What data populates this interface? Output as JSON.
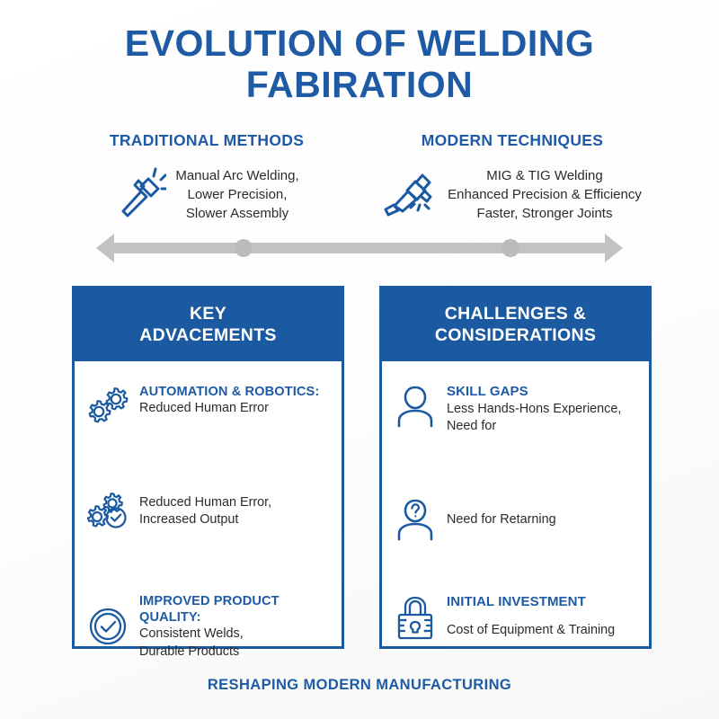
{
  "title": {
    "line1": "EVOLUTION OF WELDING",
    "line2": "FABIRATION",
    "color": "#1e5ba4"
  },
  "comparison": [
    {
      "heading": "TRADITIONAL METHODS",
      "icon": "welding-hammer-icon",
      "lines": [
        "Manual Arc Welding,",
        "Lower Precision,",
        "Slower Assembly"
      ]
    },
    {
      "heading": "MODERN TECHNIQUES",
      "icon": "mig-torch-icon",
      "lines": [
        "MIG & TIG Welding",
        "Enhanced Precision & Efficiency",
        "Faster, Stronger Joints"
      ]
    }
  ],
  "timeline": {
    "icon": "double-headed-arrow-icon",
    "color": "#bfbfbf",
    "nodes": 2
  },
  "panels": [
    {
      "head_line1": "KEY",
      "head_line2": "ADVACEMENTS",
      "header_color": "#1b5aa0",
      "items": [
        {
          "icon": "two-gears-icon",
          "title": "AUTOMATION & ROBOTICS:",
          "desc": "Reduced Human Error"
        },
        {
          "icon": "gears-check-icon",
          "title": "",
          "desc": "Reduced Human Error,\nIncreased Output"
        },
        {
          "icon": "check-circle-icon",
          "title": "IMPROVED PRODUCT QUALITY:",
          "desc": "Consistent Welds,\nDurable Products"
        }
      ]
    },
    {
      "head_line1": "CHALLENGES &",
      "head_line2": "CONSIDERATIONS",
      "header_color": "#1b5aa0",
      "items": [
        {
          "icon": "person-icon",
          "title": "SKILL GAPS",
          "desc": "Less Hands-Hons Experience,\n Need for"
        },
        {
          "icon": "person-question-icon",
          "title": "",
          "desc": "Need for Retarning"
        },
        {
          "icon": "circuit-padlock-icon",
          "title": "INITIAL INVESTMENT",
          "desc": "Cost of Equipment & Training"
        }
      ]
    }
  ],
  "footer": {
    "text": "RESHAPING MODERN MANUFACTURING"
  }
}
